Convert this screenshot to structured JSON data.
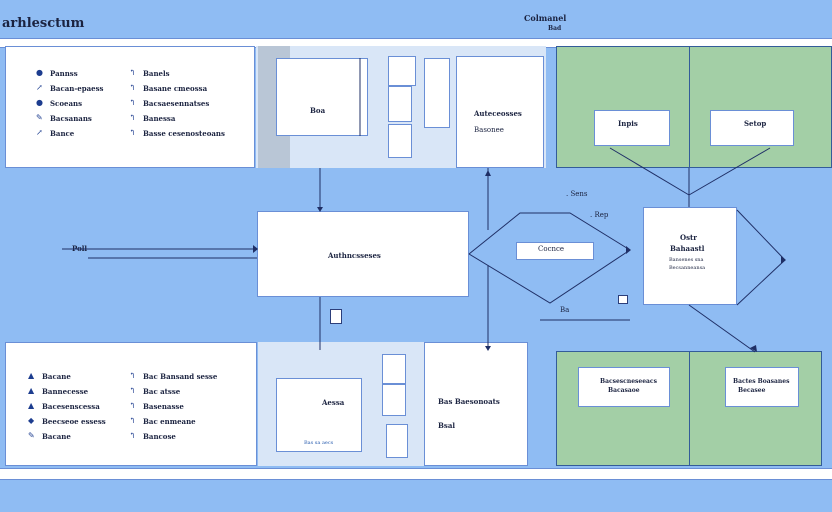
{
  "header": {
    "title": "arhlesctum",
    "right_title": "Colmanel",
    "right_sub": "Bad"
  },
  "top_left_panel": {
    "items_left": [
      "Pannss",
      "Bacan-epaess",
      "Scoeans",
      "Bacsanans",
      "Bance"
    ],
    "items_right": [
      "Banels",
      "Basane cmeossa",
      "Bacsaesennatses",
      "Banessa",
      "Basse cesenosteoans"
    ]
  },
  "top_mid": {
    "card_label": "Boa",
    "side_label": "Auteceosses",
    "side_sub": "Basonee"
  },
  "top_green": {
    "left_box": "Inpis",
    "right_box": "Setop"
  },
  "center": {
    "left_label": "Poll",
    "main_box": "Authncsseses",
    "small_box": "Cocnce",
    "annot": ". Sens",
    "annot2": ". Rep",
    "small_num": "Ba"
  },
  "right_box": {
    "title": "Ostr",
    "sub": "Bahaastl",
    "line1": "Bansenes sna",
    "line2": "Becsanneansa"
  },
  "bottom_left_panel": {
    "items_left": [
      "Bacane",
      "Bannecesse",
      "Bacesenscessa",
      "Beecseoe essess",
      "Bacane"
    ],
    "items_right": [
      "Bac Bansand sesse",
      "Bac atsse",
      "Basenasse",
      "Bac enmeane",
      "Bancose"
    ]
  },
  "bottom_mid": {
    "card_label": "Aessa",
    "card_foot": "Bas sa aecs",
    "side_label": "Bas Baesonoats",
    "side_sub": "Bsal"
  },
  "bottom_green": {
    "left_l1": "Bacsescneseeacs",
    "left_l2": "Bacasaoe",
    "right_l1": "Bactes Boasanes",
    "right_l2": "Becasee"
  }
}
